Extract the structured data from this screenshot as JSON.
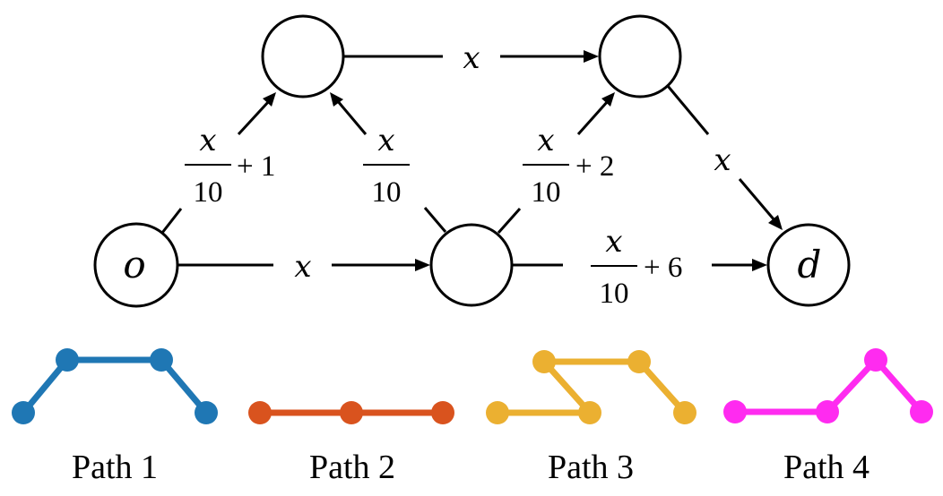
{
  "graph": {
    "origin_label": "o",
    "dest_label": "d",
    "edges": {
      "top": {
        "var": "x"
      },
      "bottom_left": {
        "var": "x"
      },
      "upper_left": {
        "num": "x",
        "den": "10",
        "add": "+ 1"
      },
      "middle_diagonal": {
        "num": "x",
        "den": "10"
      },
      "upper_right": {
        "num": "x",
        "den": "10",
        "add": "+ 2"
      },
      "right_diagonal": {
        "var": "x"
      },
      "bottom_right": {
        "num": "x",
        "den": "10",
        "add": "+ 6"
      }
    }
  },
  "legend": [
    {
      "caption": "Path 1",
      "color": "#1f77b4"
    },
    {
      "caption": "Path 2",
      "color": "#d9531e"
    },
    {
      "caption": "Path 3",
      "color": "#ebb031"
    },
    {
      "caption": "Path 4",
      "color": "#ff2bf0"
    }
  ]
}
